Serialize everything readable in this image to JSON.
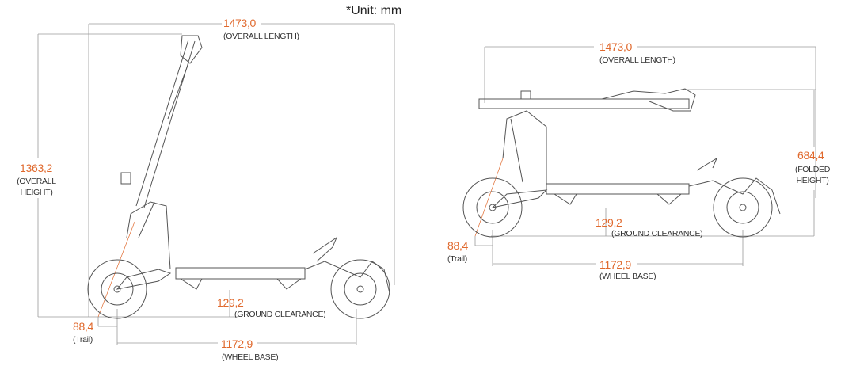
{
  "unit_note": "*Unit: mm",
  "colors": {
    "dimension_value": "#e0692d",
    "line": "#8a8a8a",
    "drawing": "#555555"
  },
  "unfolded": {
    "overall_length": {
      "value": "1473,0",
      "caption": "(OVERALL LENGTH)"
    },
    "overall_height": {
      "value": "1363,2",
      "caption_line1": "(OVERALL",
      "caption_line2": "HEIGHT)"
    },
    "ground_clearance": {
      "value": "129,2",
      "caption": "(GROUND CLEARANCE)"
    },
    "trail": {
      "value": "88,4",
      "caption": "(Trail)"
    },
    "wheel_base": {
      "value": "1172,9",
      "caption": "(WHEEL BASE)"
    }
  },
  "folded": {
    "overall_length": {
      "value": "1473,0",
      "caption": "(OVERALL LENGTH)"
    },
    "folded_height": {
      "value": "684,4",
      "caption_line1": "(FOLDED",
      "caption_line2": "HEIGHT)"
    },
    "ground_clearance": {
      "value": "129,2",
      "caption": "(GROUND CLEARANCE)"
    },
    "trail": {
      "value": "88,4",
      "caption": "(Trail)"
    },
    "wheel_base": {
      "value": "1172,9",
      "caption": "(WHEEL BASE)"
    }
  }
}
